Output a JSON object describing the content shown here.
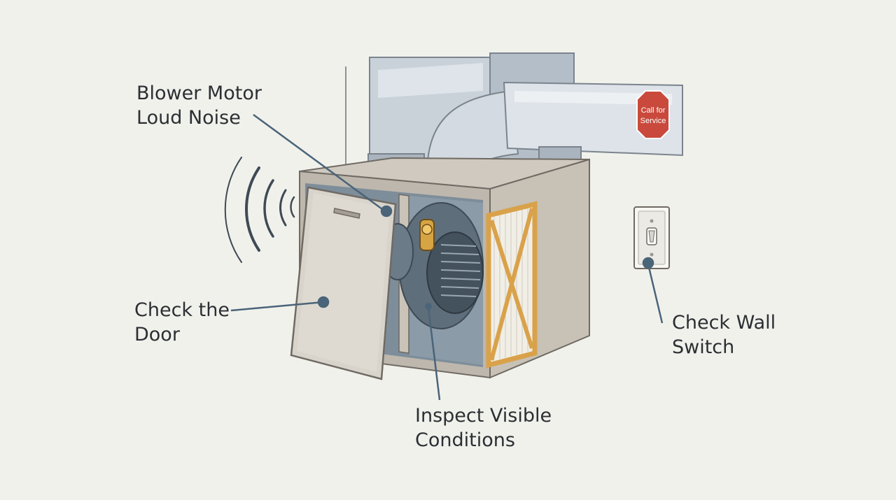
{
  "callouts": {
    "blower": {
      "line1": "Blower Motor",
      "line2": "Loud Noise"
    },
    "door": {
      "line1": "Check the",
      "line2": "Door"
    },
    "inspect": {
      "line1": "Inspect Visible",
      "line2": "Conditions"
    },
    "switch": {
      "line1": "Check Wall",
      "line2": "Switch"
    }
  },
  "sign": {
    "line1": "Call for",
    "line2": "Service"
  },
  "colors": {
    "background": "#f1f1ec",
    "line": "#4a6479",
    "sign": "#c94a3c",
    "filter": "#d9a24a"
  }
}
